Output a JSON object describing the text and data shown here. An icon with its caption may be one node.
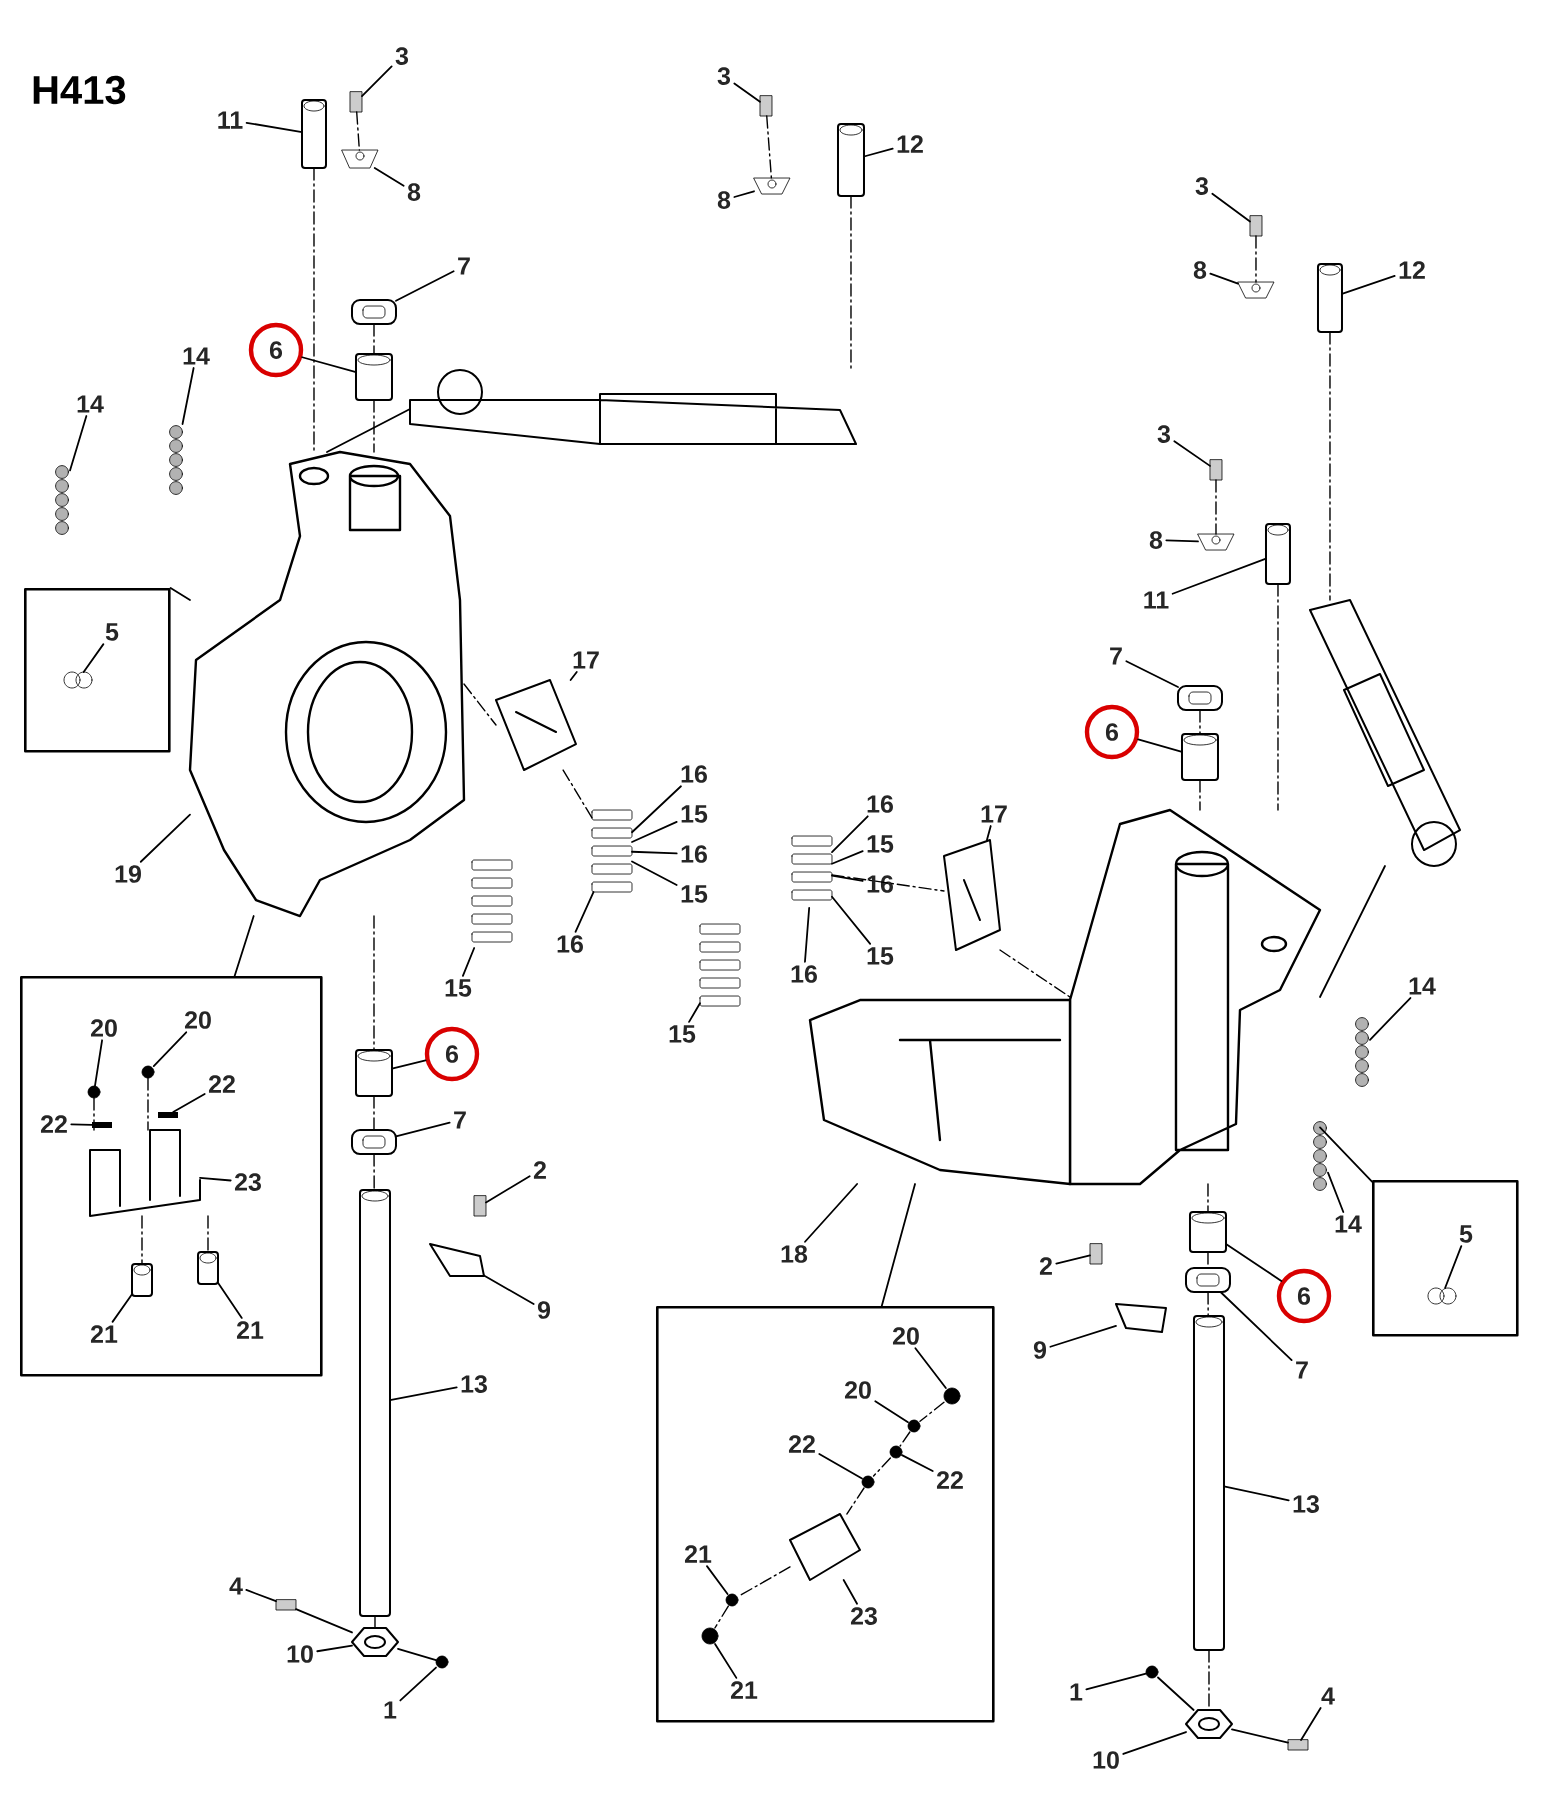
{
  "diagram": {
    "title": "H413",
    "nodes": [
      {
        "text": [
          "3"
        ]
      },
      {
        "text": [
          "11"
        ]
      },
      {
        "text": [
          "8"
        ]
      },
      {
        "text": [
          "3"
        ]
      },
      {
        "text": [
          "12"
        ]
      },
      {
        "text": [
          "8"
        ]
      },
      {
        "text": [
          "7"
        ]
      },
      {
        "text": [
          "6"
        ]
      },
      {
        "text": [
          "14"
        ]
      },
      {
        "text": [
          "14"
        ]
      },
      {
        "text": [],
        "shape": "box"
      },
      {
        "text": [
          "5"
        ],
        "in": 10
      },
      {
        "text": [
          "17"
        ]
      },
      {
        "text": [
          "16"
        ]
      },
      {
        "text": [
          "15"
        ]
      },
      {
        "text": [
          "16"
        ]
      },
      {
        "text": [
          "15"
        ]
      },
      {
        "text": [
          "19"
        ]
      },
      {
        "text": [
          "16"
        ]
      },
      {
        "text": [
          "15"
        ]
      },
      {
        "text": [],
        "shape": "box"
      },
      {
        "text": [
          "20"
        ],
        "in": 20
      },
      {
        "text": [
          "20"
        ],
        "in": 20
      },
      {
        "text": [
          "22"
        ],
        "in": 20
      },
      {
        "text": [
          "22"
        ],
        "in": 20
      },
      {
        "text": [
          "23"
        ],
        "in": 20
      },
      {
        "text": [
          "21"
        ],
        "in": 20
      },
      {
        "text": [
          "21"
        ],
        "in": 20
      },
      {
        "text": [
          "6"
        ]
      },
      {
        "text": [
          "7"
        ]
      },
      {
        "text": [
          "2"
        ]
      },
      {
        "text": [
          "9"
        ]
      },
      {
        "text": [
          "13"
        ]
      },
      {
        "text": [
          "4"
        ]
      },
      {
        "text": [
          "10"
        ]
      },
      {
        "text": [
          "1"
        ]
      },
      {
        "text": [
          "3"
        ]
      },
      {
        "text": [
          "8"
        ]
      },
      {
        "text": [
          "12"
        ]
      },
      {
        "text": [
          "3"
        ]
      },
      {
        "text": [
          "8"
        ]
      },
      {
        "text": [
          "11"
        ]
      },
      {
        "text": [
          "7"
        ]
      },
      {
        "text": [
          "6"
        ]
      },
      {
        "text": [
          "16"
        ]
      },
      {
        "text": [
          "15"
        ]
      },
      {
        "text": [
          "16"
        ]
      },
      {
        "text": [
          "15"
        ]
      },
      {
        "text": [
          "17"
        ]
      },
      {
        "text": [
          "16"
        ]
      },
      {
        "text": [
          "15"
        ]
      },
      {
        "text": [
          "14"
        ]
      },
      {
        "text": [
          "18"
        ]
      },
      {
        "text": [
          "14"
        ]
      },
      {
        "text": [],
        "shape": "box"
      },
      {
        "text": [
          "5"
        ],
        "in": 54
      },
      {
        "text": [
          "6"
        ]
      },
      {
        "text": [
          "7"
        ]
      },
      {
        "text": [
          "2"
        ]
      },
      {
        "text": [
          "9"
        ]
      },
      {
        "text": [
          "13"
        ]
      },
      {
        "text": [],
        "shape": "box"
      },
      {
        "text": [
          "20"
        ],
        "in": 61
      },
      {
        "text": [
          "20"
        ],
        "in": 61
      },
      {
        "text": [
          "22"
        ],
        "in": 61
      },
      {
        "text": [
          "22"
        ],
        "in": 61
      },
      {
        "text": [
          "21"
        ],
        "in": 61
      },
      {
        "text": [
          "23"
        ],
        "in": 61
      },
      {
        "text": [
          "21"
        ],
        "in": 61
      },
      {
        "text": [
          "1"
        ]
      },
      {
        "text": [
          "4"
        ]
      },
      {
        "text": [
          "10"
        ]
      },
      {
        "text": [],
        "shape": "box"
      },
      {
        "text": [],
        "shape": "cylinder"
      },
      {
        "text": [],
        "shape": "picture"
      },
      {
        "text": [],
        "shape": "box"
      },
      {
        "text": [],
        "shape": "cylinder"
      },
      {
        "text": [],
        "shape": "picture"
      },
      {
        "text": [],
        "shape": "ring"
      },
      {
        "text": [],
        "shape": "cylinder"
      },
      {
        "text": [],
        "shape": "picture"
      },
      {
        "text": [],
        "shape": "picture"
      },
      {
        "text": [],
        "shape": "picture"
      },
      {
        "text": [],
        "shape": "picture",
        "in": 10
      },
      {
        "text": [],
        "shape": "picture"
      },
      {
        "text": [],
        "shape": "picture"
      },
      {
        "text": [],
        "shape": "picture"
      },
      {
        "text": [],
        "shape": "picture",
        "in": 20
      },
      {
        "text": [],
        "shape": "circle",
        "in": 20
      },
      {
        "text": [],
        "shape": "circle",
        "in": 20
      },
      {
        "text": [],
        "shape": "bar",
        "in": 20
      },
      {
        "text": [],
        "shape": "bar",
        "in": 20
      },
      {
        "text": [],
        "shape": "cylinder",
        "in": 20
      },
      {
        "text": [],
        "shape": "cylinder",
        "in": 20
      },
      {
        "text": [],
        "shape": "cylinder"
      },
      {
        "text": [],
        "shape": "ring"
      },
      {
        "text": [],
        "shape": "box"
      },
      {
        "text": [],
        "shape": "picture"
      },
      {
        "text": [],
        "shape": "cylinder"
      },
      {
        "text": [],
        "shape": "box"
      },
      {
        "text": [],
        "shape": "picture"
      },
      {
        "text": [],
        "shape": "circle"
      },
      {
        "text": [],
        "shape": "box"
      },
      {
        "text": [],
        "shape": "picture"
      },
      {
        "text": [],
        "shape": "cylinder"
      },
      {
        "text": [],
        "shape": "box"
      },
      {
        "text": [],
        "shape": "picture"
      },
      {
        "text": [],
        "shape": "cylinder"
      },
      {
        "text": [],
        "shape": "ring"
      },
      {
        "text": [],
        "shape": "cylinder"
      },
      {
        "text": [],
        "shape": "picture"
      },
      {
        "text": [],
        "shape": "picture"
      },
      {
        "text": [],
        "shape": "picture"
      },
      {
        "text": [],
        "shape": "picture"
      },
      {
        "text": [],
        "shape": "picture"
      },
      {
        "text": [],
        "shape": "picture"
      },
      {
        "text": [],
        "shape": "picture",
        "in": 54
      },
      {
        "text": [],
        "shape": "cylinder"
      },
      {
        "text": [],
        "shape": "ring"
      },
      {
        "text": [],
        "shape": "box"
      },
      {
        "text": [],
        "shape": "picture"
      },
      {
        "text": [],
        "shape": "cylinder"
      },
      {
        "text": [],
        "shape": "circle",
        "in": 61
      },
      {
        "text": [],
        "shape": "circle",
        "in": 61
      },
      {
        "text": [],
        "shape": "circle",
        "in": 61
      },
      {
        "text": [],
        "shape": "circle",
        "in": 61
      },
      {
        "text": [],
        "shape": "circle",
        "in": 61
      },
      {
        "text": [],
        "shape": "picture",
        "in": 61
      },
      {
        "text": [],
        "shape": "circle",
        "in": 61
      },
      {
        "text": [],
        "shape": "circle"
      },
      {
        "text": [],
        "shape": "box"
      },
      {
        "text": [],
        "shape": "picture"
      },
      {
        "text": [],
        "shape": "picture"
      },
      {
        "text": [],
        "shape": "picture"
      },
      {
        "text": [],
        "shape": "picture"
      }
    ],
    "edges": [
      {
        "from": 0,
        "to": 72,
        "arrow": "none"
      },
      {
        "from": 1,
        "to": 73,
        "arrow": "none"
      },
      {
        "from": 2,
        "to": 74,
        "arrow": "none"
      },
      {
        "from": 3,
        "to": 75,
        "arrow": "none"
      },
      {
        "from": 4,
        "to": 76,
        "arrow": "none"
      },
      {
        "from": 5,
        "to": 77,
        "arrow": "none"
      },
      {
        "from": 6,
        "to": 78,
        "arrow": "none"
      },
      {
        "from": 7,
        "to": 79,
        "arrow": "none"
      },
      {
        "from": 8,
        "to": 80,
        "arrow": "none"
      },
      {
        "from": 9,
        "to": 81,
        "arrow": "none"
      },
      {
        "from": 10,
        "to": 82,
        "arrow": "none"
      },
      {
        "from": 11,
        "to": 83,
        "arrow": "none"
      },
      {
        "from": 12,
        "to": 84,
        "arrow": "none"
      },
      {
        "from": 13,
        "to": 85,
        "arrow": "none"
      },
      {
        "from": 14,
        "to": 85,
        "arrow": "none"
      },
      {
        "from": 15,
        "to": 85,
        "arrow": "none"
      },
      {
        "from": 16,
        "to": 85,
        "arrow": "none"
      },
      {
        "from": 17,
        "to": 82,
        "arrow": "none"
      },
      {
        "from": 18,
        "to": 85,
        "arrow": "none"
      },
      {
        "from": 19,
        "to": 86,
        "arrow": "none"
      },
      {
        "from": 20,
        "to": 82,
        "arrow": "none"
      },
      {
        "from": 21,
        "to": 88,
        "arrow": "none"
      },
      {
        "from": 22,
        "to": 89,
        "arrow": "none"
      },
      {
        "from": 23,
        "to": 90,
        "arrow": "none"
      },
      {
        "from": 24,
        "to": 91,
        "arrow": "none"
      },
      {
        "from": 25,
        "to": 87,
        "arrow": "none"
      },
      {
        "from": 26,
        "to": 92,
        "arrow": "none"
      },
      {
        "from": 27,
        "to": 93,
        "arrow": "none"
      },
      {
        "from": 28,
        "to": 94,
        "arrow": "none"
      },
      {
        "from": 29,
        "to": 95,
        "arrow": "none"
      },
      {
        "from": 30,
        "to": 96,
        "arrow": "none"
      },
      {
        "from": 31,
        "to": 97,
        "arrow": "none"
      },
      {
        "from": 32,
        "to": 98,
        "arrow": "none"
      },
      {
        "from": 33,
        "to": 99,
        "arrow": "none"
      },
      {
        "from": 34,
        "to": 100,
        "arrow": "none"
      },
      {
        "from": 35,
        "to": 101,
        "arrow": "none"
      },
      {
        "from": 36,
        "to": 102,
        "arrow": "none"
      },
      {
        "from": 37,
        "to": 103,
        "arrow": "none"
      },
      {
        "from": 38,
        "to": 104,
        "arrow": "none"
      },
      {
        "from": 39,
        "to": 105,
        "arrow": "none"
      },
      {
        "from": 40,
        "to": 106,
        "arrow": "none"
      },
      {
        "from": 41,
        "to": 107,
        "arrow": "none"
      },
      {
        "from": 42,
        "to": 108,
        "arrow": "none"
      },
      {
        "from": 43,
        "to": 109,
        "arrow": "none"
      },
      {
        "from": 44,
        "to": 110,
        "arrow": "none"
      },
      {
        "from": 45,
        "to": 110,
        "arrow": "none"
      },
      {
        "from": 46,
        "to": 110,
        "arrow": "none"
      },
      {
        "from": 47,
        "to": 110,
        "arrow": "none"
      },
      {
        "from": 48,
        "to": 111,
        "arrow": "none"
      },
      {
        "from": 49,
        "to": 110,
        "arrow": "none"
      },
      {
        "from": 50,
        "to": 112,
        "arrow": "none"
      },
      {
        "from": 51,
        "to": 114,
        "arrow": "none"
      },
      {
        "from": 52,
        "to": 134,
        "arrow": "none"
      },
      {
        "from": 53,
        "to": 115,
        "arrow": "none"
      },
      {
        "from": 54,
        "to": 113,
        "arrow": "none"
      },
      {
        "from": 55,
        "to": 116,
        "arrow": "none"
      },
      {
        "from": 56,
        "to": 117,
        "arrow": "none"
      },
      {
        "from": 57,
        "to": 118,
        "arrow": "none"
      },
      {
        "from": 58,
        "to": 119,
        "arrow": "none"
      },
      {
        "from": 59,
        "to": 120,
        "arrow": "none"
      },
      {
        "from": 60,
        "to": 121,
        "arrow": "none"
      },
      {
        "from": 61,
        "to": 134,
        "arrow": "none"
      },
      {
        "from": 62,
        "to": 122,
        "arrow": "none"
      },
      {
        "from": 63,
        "to": 123,
        "arrow": "none"
      },
      {
        "from": 64,
        "to": 124,
        "arrow": "none"
      },
      {
        "from": 65,
        "to": 125,
        "arrow": "none"
      },
      {
        "from": 66,
        "to": 126,
        "arrow": "none"
      },
      {
        "from": 67,
        "to": 127,
        "arrow": "none"
      },
      {
        "from": 68,
        "to": 128,
        "arrow": "none"
      },
      {
        "from": 69,
        "to": 129,
        "arrow": "none"
      },
      {
        "from": 70,
        "to": 130,
        "arrow": "none"
      },
      {
        "from": 71,
        "to": 131,
        "arrow": "none"
      },
      {
        "from": 72,
        "to": 74,
        "arrow": "none",
        "style": "dashed"
      },
      {
        "from": 73,
        "to": 82,
        "arrow": "none",
        "style": "dashed"
      },
      {
        "from": 78,
        "to": 79,
        "arrow": "none",
        "style": "dashed"
      },
      {
        "from": 79,
        "to": 82,
        "arrow": "none",
        "style": "dashed"
      },
      {
        "from": 76,
        "to": 132,
        "arrow": "none",
        "style": "dashed"
      },
      {
        "from": 132,
        "to": 82,
        "arrow": "none"
      },
      {
        "from": 82,
        "to": 84,
        "arrow": "none",
        "style": "dashed"
      },
      {
        "from": 84,
        "to": 85,
        "arrow": "none",
        "style": "dashed"
      },
      {
        "from": 82,
        "to": 94,
        "arrow": "none",
        "style": "dashed"
      },
      {
        "from": 94,
        "to": 95,
        "arrow": "none",
        "style": "dashed"
      },
      {
        "from": 95,
        "to": 98,
        "arrow": "none",
        "style": "dashed"
      },
      {
        "from": 98,
        "to": 100,
        "arrow": "none",
        "style": "dashed"
      },
      {
        "from": 99,
        "to": 100,
        "arrow": "none"
      },
      {
        "from": 100,
        "to": 101,
        "arrow": "none"
      },
      {
        "from": 88,
        "to": 87,
        "arrow": "none",
        "style": "dashed"
      },
      {
        "from": 89,
        "to": 87,
        "arrow": "none",
        "style": "dashed"
      },
      {
        "from": 75,
        "to": 77,
        "arrow": "none",
        "style": "dashed"
      },
      {
        "from": 102,
        "to": 103,
        "arrow": "none",
        "style": "dashed"
      },
      {
        "from": 105,
        "to": 106,
        "arrow": "none",
        "style": "dashed"
      },
      {
        "from": 104,
        "to": 133,
        "arrow": "none",
        "style": "dashed"
      },
      {
        "from": 107,
        "to": 113,
        "arrow": "none",
        "style": "dashed"
      },
      {
        "from": 108,
        "to": 109,
        "arrow": "none",
        "style": "dashed"
      },
      {
        "from": 109,
        "to": 113,
        "arrow": "none",
        "style": "dashed"
      },
      {
        "from": 133,
        "to": 113,
        "arrow": "none"
      },
      {
        "from": 110,
        "to": 111,
        "arrow": "none",
        "style": "dashed"
      },
      {
        "from": 111,
        "to": 113,
        "arrow": "none",
        "style": "dashed"
      },
      {
        "from": 113,
        "to": 117,
        "arrow": "none",
        "style": "dashed"
      },
      {
        "from": 117,
        "to": 118,
        "arrow": "none",
        "style": "dashed"
      },
      {
        "from": 118,
        "to": 121,
        "arrow": "none",
        "style": "dashed"
      },
      {
        "from": 121,
        "to": 131,
        "arrow": "none",
        "style": "dashed"
      },
      {
        "from": 129,
        "to": 131,
        "arrow": "none"
      },
      {
        "from": 131,
        "to": 130,
        "arrow": "none"
      },
      {
        "from": 122,
        "to": 123,
        "arrow": "none",
        "style": "dashed"
      },
      {
        "from": 123,
        "to": 125,
        "arrow": "none",
        "style": "dashed"
      },
      {
        "from": 125,
        "to": 124,
        "arrow": "none",
        "style": "dashed"
      },
      {
        "from": 124,
        "to": 127,
        "arrow": "none",
        "style": "dashed"
      },
      {
        "from": 127,
        "to": 126,
        "arrow": "none",
        "style": "dashed"
      },
      {
        "from": 126,
        "to": 128,
        "arrow": "none",
        "style": "dashed"
      },
      {
        "from": 87,
        "to": 92,
        "arrow": "none",
        "style": "dashed"
      },
      {
        "from": 87,
        "to": 93,
        "arrow": "none",
        "style": "dashed"
      }
    ]
  }
}
